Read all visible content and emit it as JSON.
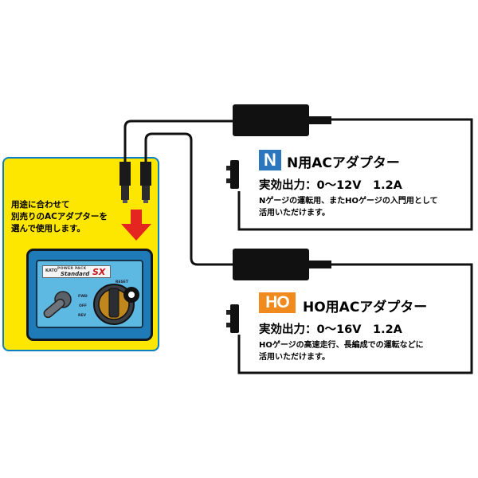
{
  "panel": {
    "lines": [
      "用途に合わせて",
      "別売りのACアダプターを",
      "選んで使用します。"
    ]
  },
  "device": {
    "logo": "KATO",
    "top_label": "POWER PACK",
    "main_label": "Standard",
    "model": "SX",
    "reset": "RESET",
    "fwd": "FWD",
    "off": "OFF",
    "rev": "REV"
  },
  "adapters": [
    {
      "badge": "N",
      "title": "N用ACアダプター",
      "spec": "実効出力：0～12V　1.2A",
      "desc": [
        "Nゲージの運転用、またHOゲージの入門用として",
        "活用いただけます。"
      ],
      "badge_color": "#2c76bd"
    },
    {
      "badge": "HO",
      "title": "HO用ACアダプター",
      "spec": "実効出力：0～16V　1.2A",
      "desc": [
        "HOゲージの高速走行、長編成での運転などに",
        "活用いただけます。"
      ],
      "badge_color": "#f08a1c"
    }
  ],
  "colors": {
    "panel": "#fde600",
    "panel_border": "#0a7fc4",
    "arrow": "#e52520",
    "device": "#1f7ab8"
  }
}
